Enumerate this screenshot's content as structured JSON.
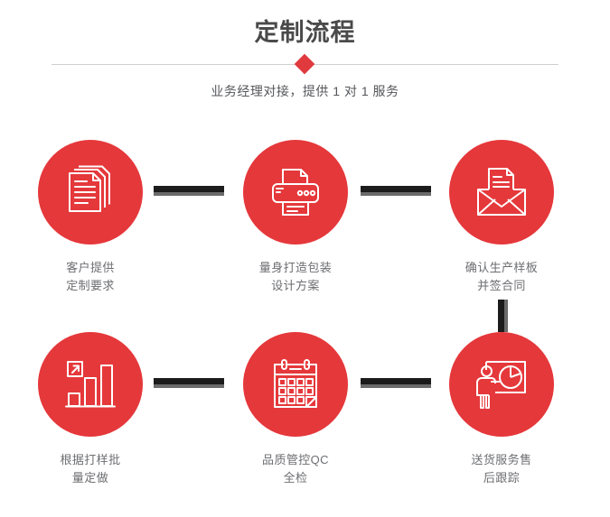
{
  "header": {
    "title": "定制流程",
    "subtitle": "业务经理对接，提供 1 对 1 服务",
    "divider_icon": "diamond-marker",
    "accent_color": "#e03a3e",
    "title_color": "#4a4a4a"
  },
  "flow": {
    "circle_color": "#e5383b",
    "connector_color": "#1c1c1c",
    "connector_shadow_color": "#6b6b6b",
    "rows": [
      {
        "steps": [
          {
            "icon": "documents-stack-icon",
            "label": "客户提供\n定制要求"
          },
          {
            "icon": "printer-icon",
            "label": "量身打造包装\n设计方案"
          },
          {
            "icon": "envelope-document-icon",
            "label": "确认生产样板\n并签合同"
          }
        ]
      },
      {
        "steps": [
          {
            "icon": "bar-chart-growth-icon",
            "label": "根据打样批\n量定做"
          },
          {
            "icon": "calendar-icon",
            "label": "品质管控QC\n全检"
          },
          {
            "icon": "presentation-pie-chart-icon",
            "label": "送货服务售\n后跟踪"
          }
        ]
      }
    ]
  }
}
